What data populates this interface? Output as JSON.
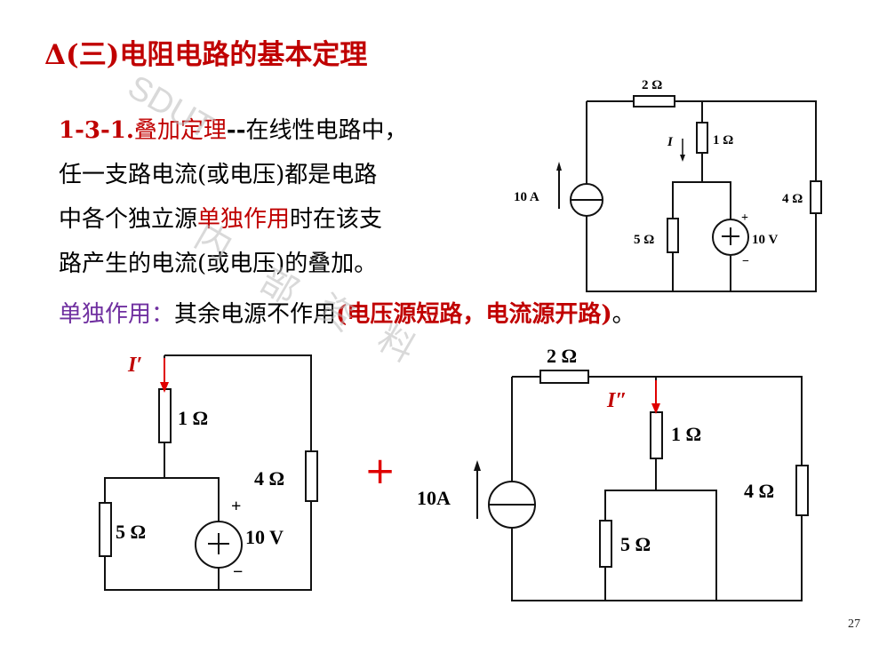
{
  "title": "Δ(三)电阻电路的基本定理",
  "theorem": {
    "number": "1-3-1.",
    "name": "叠加定理",
    "dashes": "--",
    "line1_rest": "在线性电路中，",
    "line2": "任一支路电流(或电压)都是电路",
    "line3_start": "中各个独立源",
    "line3_highlight": "单独作用",
    "line3_end": "时在该支",
    "line4": "路产生的电流(或电压)的叠加。"
  },
  "definition": {
    "term": "单独作用：",
    "text": "其余电源不作用",
    "paren": "(电压源短路，电流源开路)",
    "end": "。"
  },
  "watermark": {
    "w1": "SDUT",
    "w2": "内",
    "w3": "部",
    "w4": "资",
    "w5": "料"
  },
  "circuit_main": {
    "r_top": "2 Ω",
    "r_mid": "1 Ω",
    "r_left": "5 Ω",
    "r_right": "4 Ω",
    "current_src": "10 A",
    "voltage_src": "10 V",
    "current_label": "I",
    "plus": "+",
    "minus": "−"
  },
  "circuit_a": {
    "current_label": "I′",
    "r_mid": "1 Ω",
    "r_right": "4 Ω",
    "r_left": "5 Ω",
    "voltage_src": "10 V",
    "plus": "+",
    "minus": "−"
  },
  "plus_sign": "+",
  "circuit_b": {
    "r_top": "2 Ω",
    "current_label": "I″",
    "r_mid": "1 Ω",
    "r_right": "4 Ω",
    "r_left": "5 Ω",
    "current_src": "10A"
  },
  "page_number": "27",
  "colors": {
    "red": "#c00000",
    "purple": "#7030a0",
    "arrow": "#e00000"
  }
}
